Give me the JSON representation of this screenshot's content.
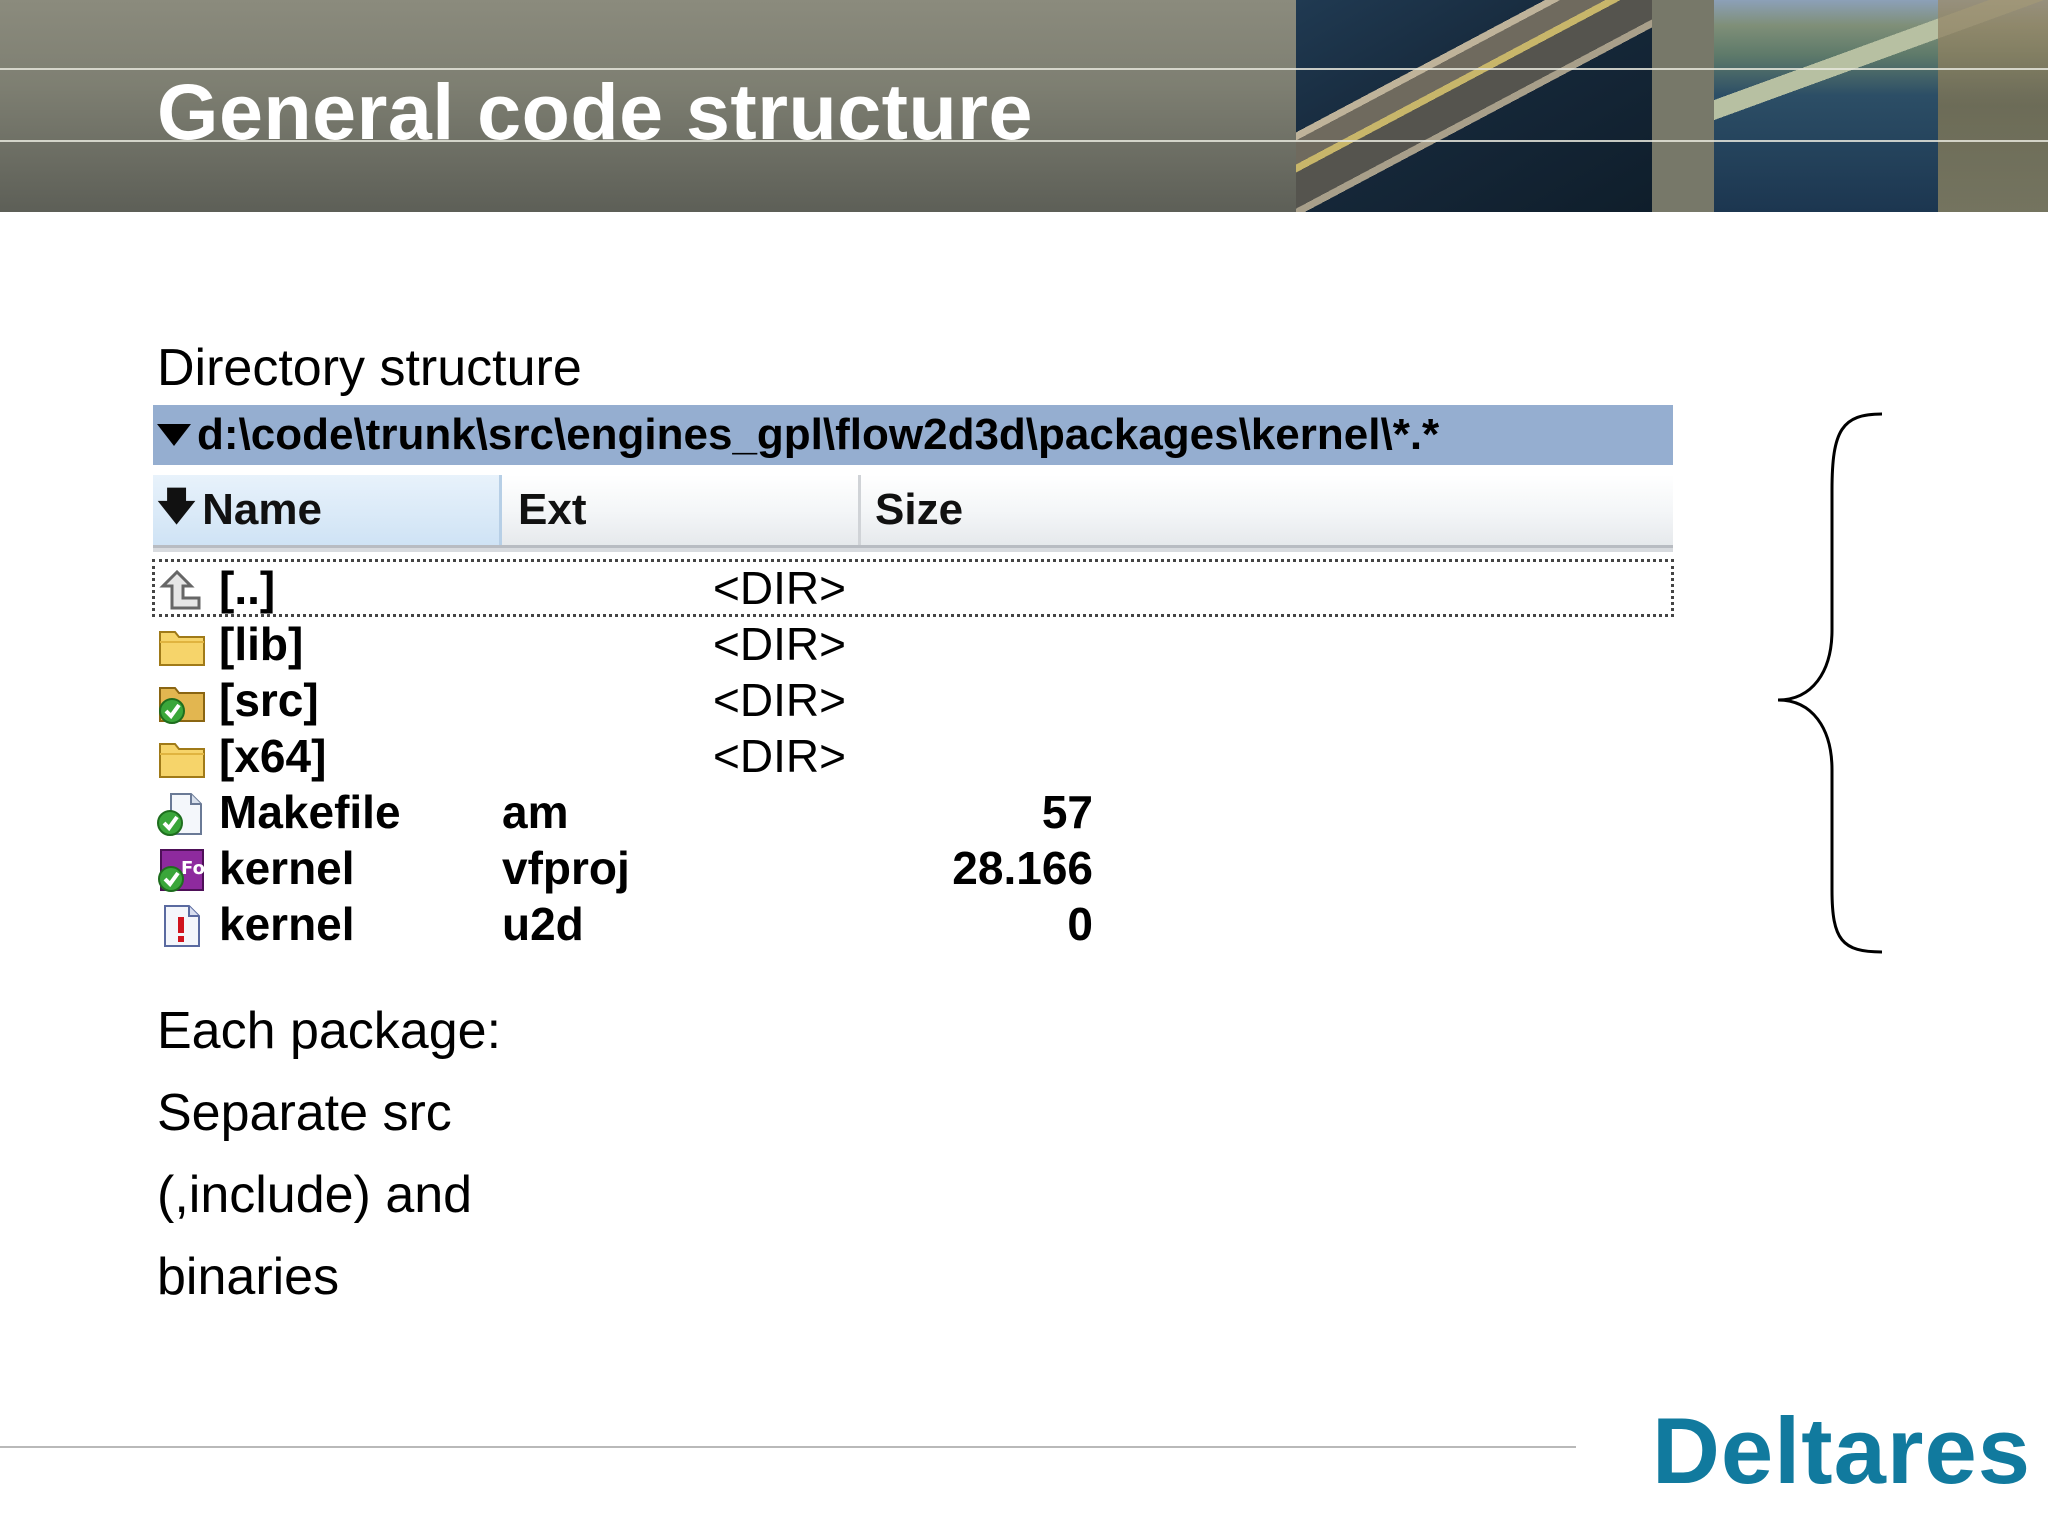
{
  "header": {
    "title": "General code structure"
  },
  "section": {
    "subtitle": "Directory structure"
  },
  "file_manager": {
    "path": "d:\\code\\trunk\\src\\engines_gpl\\flow2d3d\\packages\\kernel\\*.*",
    "columns": {
      "name": "Name",
      "ext": "Ext",
      "size": "Size"
    },
    "sort_indicator": "down-arrow",
    "rows": [
      {
        "icon": "parent-folder-icon",
        "name": "[..]",
        "ext": "",
        "size": "<DIR>"
      },
      {
        "icon": "folder-icon",
        "name": "[lib]",
        "ext": "",
        "size": "<DIR>"
      },
      {
        "icon": "folder-checked-icon",
        "name": "[src]",
        "ext": "",
        "size": "<DIR>"
      },
      {
        "icon": "folder-icon",
        "name": "[x64]",
        "ext": "",
        "size": "<DIR>"
      },
      {
        "icon": "file-checked-icon",
        "name": "Makefile",
        "ext": "am",
        "size": "57"
      },
      {
        "icon": "fortran-project-icon",
        "name": "kernel",
        "ext": "vfproj",
        "size": "28.166"
      },
      {
        "icon": "file-warning-icon",
        "name": "kernel",
        "ext": "u2d",
        "size": "0"
      }
    ]
  },
  "description": {
    "lines": [
      "Each package:",
      "Separate src",
      "(,include) and",
      "binaries"
    ]
  },
  "footer": {
    "logo": "Deltares"
  },
  "colors": {
    "logo": "#117a9e",
    "path_bar": "#95aed0",
    "banner": "#7e7f72"
  }
}
